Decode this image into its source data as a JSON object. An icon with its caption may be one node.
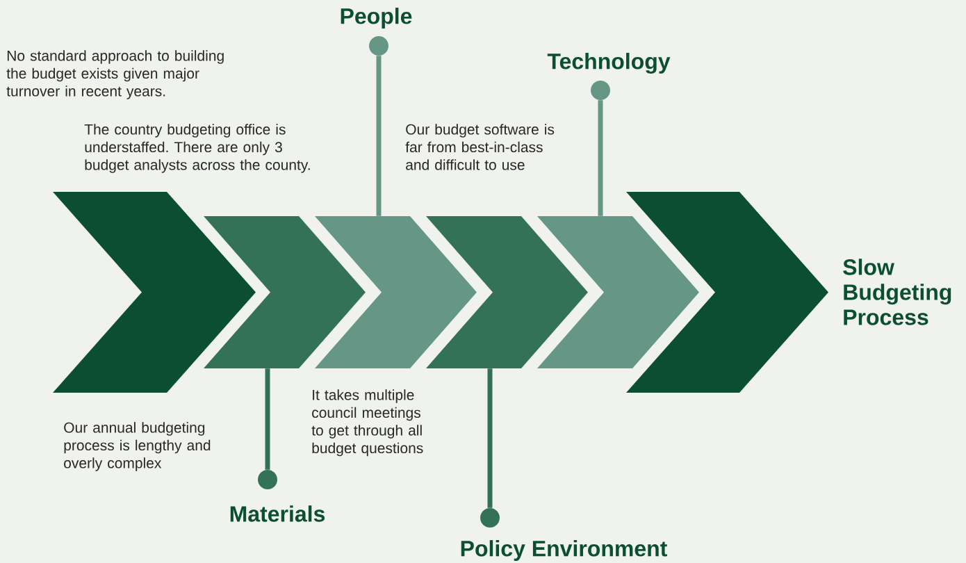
{
  "diagram": {
    "nodes": [
      {
        "text": [],
        "shape": "chevron"
      },
      {
        "text": [],
        "shape": "chevron"
      },
      {
        "text": [],
        "shape": "chevron"
      },
      {
        "text": [],
        "shape": "chevron"
      },
      {
        "text": [],
        "shape": "chevron"
      },
      {
        "text": [],
        "shape": "chevron",
        "beside": [
          "Slow Budgeting Process"
        ]
      },
      {
        "text": [
          "People"
        ]
      },
      {
        "text": [
          "Technology"
        ]
      },
      {
        "text": [
          "Materials"
        ]
      },
      {
        "text": [
          "Policy Environment"
        ]
      }
    ],
    "edges": [
      {
        "from": 2,
        "to": 6,
        "arrow": "none"
      },
      {
        "from": 4,
        "to": 7,
        "arrow": "none"
      },
      {
        "from": 1,
        "to": 8,
        "arrow": "none"
      },
      {
        "from": 3,
        "to": 9,
        "arrow": "none"
      }
    ],
    "labels": [
      "No standard approach to building the budget exists given major turnover in recent years.",
      "The country budgeting office is understaffed. There are only 3 budget analysts across the county.",
      "Our budget software is far from best-in-class and difficult to use",
      "Our annual budgeting process is lengthy and overly complex",
      "It takes multiple council meetings to get through all budget questions"
    ]
  }
}
